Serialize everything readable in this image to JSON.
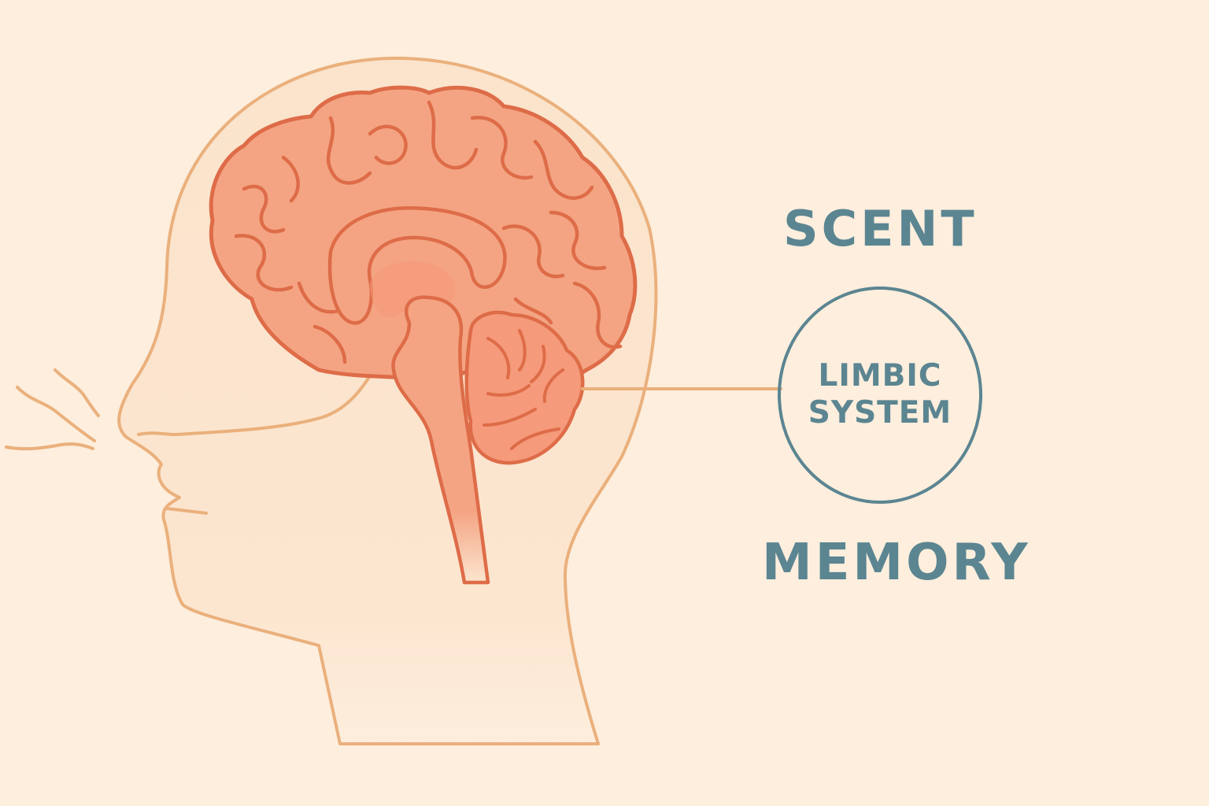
{
  "labels": {
    "scent": "SCENT",
    "limbic_line1": "LIMBIC",
    "limbic_line2": "SYSTEM",
    "memory": "MEMORY"
  },
  "colors": {
    "background": "#fdeedd",
    "head_outline": "#eab07c",
    "brain_fill": "#f4a483",
    "brain_outline": "#de6c48",
    "text": "#5b8591"
  }
}
